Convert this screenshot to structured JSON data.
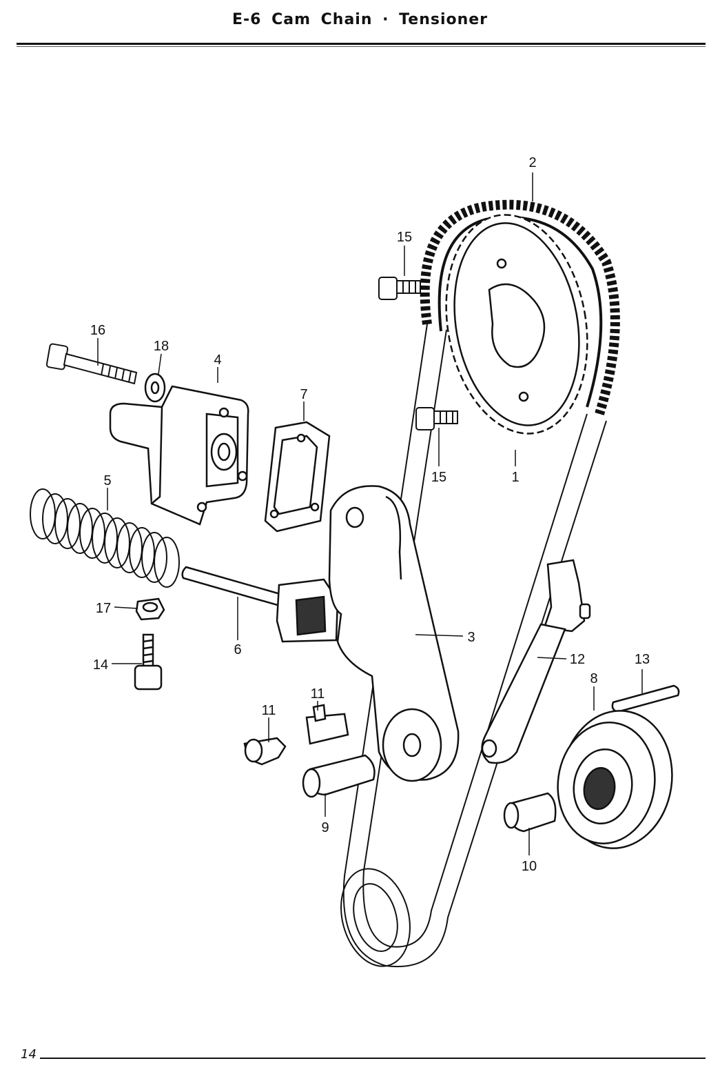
{
  "header": {
    "title": "E-6  Cam Chain · Tensioner"
  },
  "footer": {
    "page_number": "14"
  },
  "callouts": {
    "c1": "1",
    "c2": "2",
    "c3": "3",
    "c4": "4",
    "c5": "5",
    "c6": "6",
    "c7": "7",
    "c8": "8",
    "c9": "9",
    "c10": "10",
    "c11a": "11",
    "c11b": "11",
    "c12": "12",
    "c13": "13",
    "c14": "14",
    "c15a": "15",
    "c15b": "15",
    "c16": "16",
    "c17": "17",
    "c18": "18"
  }
}
